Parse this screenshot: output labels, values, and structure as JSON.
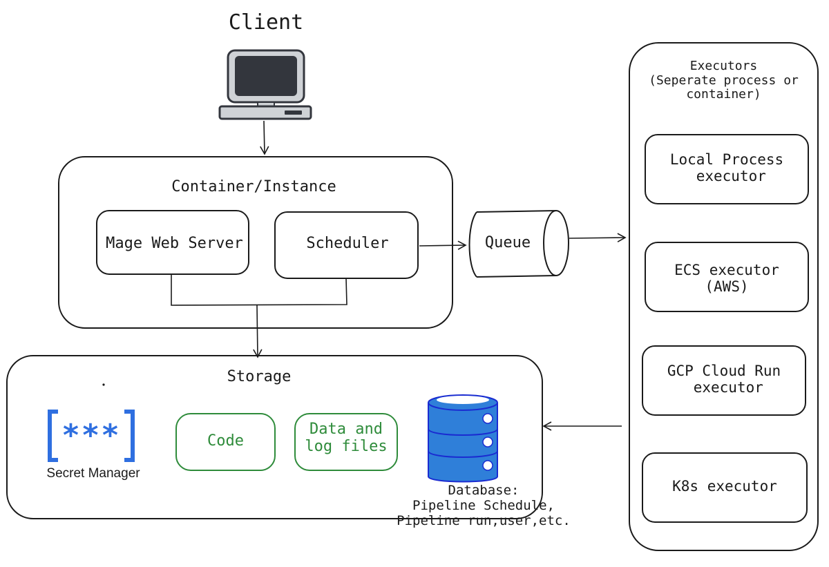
{
  "client": {
    "title": "Client"
  },
  "container": {
    "title": "Container/Instance",
    "web_server": "Mage Web Server",
    "scheduler": "Scheduler"
  },
  "queue": {
    "label": "Queue"
  },
  "executors": {
    "title": "Executors\n(Seperate process or\ncontainer)",
    "items": [
      "Local Process\n executor",
      "ECS executor\n(AWS)",
      "GCP Cloud Run\n executor",
      "K8s executor"
    ]
  },
  "storage": {
    "title": "Storage",
    "secret_manager": "Secret Manager",
    "secret_symbol": "***",
    "code": "Code",
    "data_logs": "Data and\nlog files",
    "database": "Database:\nPipeline Schedule,\nPipeline run,user,etc."
  },
  "colors": {
    "green": "#2e8b3a",
    "db_blue": "#2f7fd9",
    "db_stroke": "#1a2bd1",
    "secret_blue": "#2f6fe0",
    "monitor_dark": "#33363d",
    "monitor_frame": "#cfd2d6"
  }
}
